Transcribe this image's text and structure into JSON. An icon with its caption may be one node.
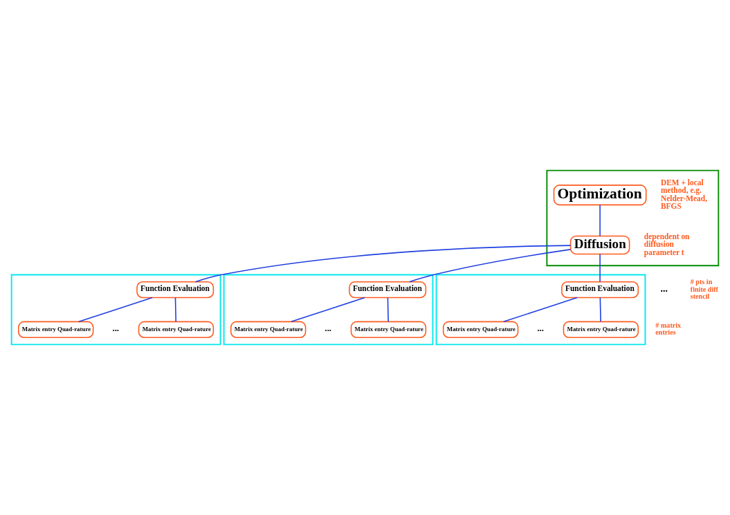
{
  "diagram": {
    "nodes": [
      {
        "text": [],
        "shape": "band"
      },
      {
        "text": [
          "Optimization"
        ],
        "in": 0
      },
      {
        "text": [
          "Diffusion"
        ],
        "in": 0
      },
      {
        "text": [],
        "shape": "box"
      },
      {
        "text": [
          "Function Evaluation"
        ],
        "in": 3
      },
      {
        "text": [
          "Matrix entry Quad-rature"
        ],
        "in": 3
      },
      {
        "text": [
          "Matrix entry Quad-rature"
        ],
        "in": 3
      },
      {
        "text": [],
        "shape": "box"
      },
      {
        "text": [
          "Function Evaluation"
        ],
        "in": 7
      },
      {
        "text": [
          "Matrix entry Quad-rature"
        ],
        "in": 7
      },
      {
        "text": [
          "Matrix entry Quad-rature"
        ],
        "in": 7
      },
      {
        "text": [],
        "shape": "box"
      },
      {
        "text": [
          "Function Evaluation"
        ],
        "in": 11
      },
      {
        "text": [
          "Matrix entry Quad-rature"
        ],
        "in": 11
      },
      {
        "text": [
          "Matrix entry Quad-rature"
        ],
        "in": 11
      }
    ],
    "edges": [
      {
        "from": 1,
        "to": 2,
        "arrow": "none"
      },
      {
        "from": 2,
        "to": 4,
        "arrow": "none"
      },
      {
        "from": 2,
        "to": 8,
        "arrow": "none"
      },
      {
        "from": 2,
        "to": 12,
        "arrow": "none"
      },
      {
        "from": 4,
        "to": 5,
        "arrow": "none"
      },
      {
        "from": 4,
        "to": 6,
        "arrow": "none"
      },
      {
        "from": 8,
        "to": 9,
        "arrow": "none"
      },
      {
        "from": 8,
        "to": 10,
        "arrow": "none"
      },
      {
        "from": 12,
        "to": 13,
        "arrow": "none"
      },
      {
        "from": 12,
        "to": 14,
        "arrow": "none"
      }
    ],
    "labels": [
      "DEM + local method, e.g. Nelder-Mead, BFGS",
      "dependent on diffusion parameter t",
      "...",
      "# pts in finite diff stencil",
      "...",
      "...",
      "...",
      "# matrix entries"
    ]
  }
}
